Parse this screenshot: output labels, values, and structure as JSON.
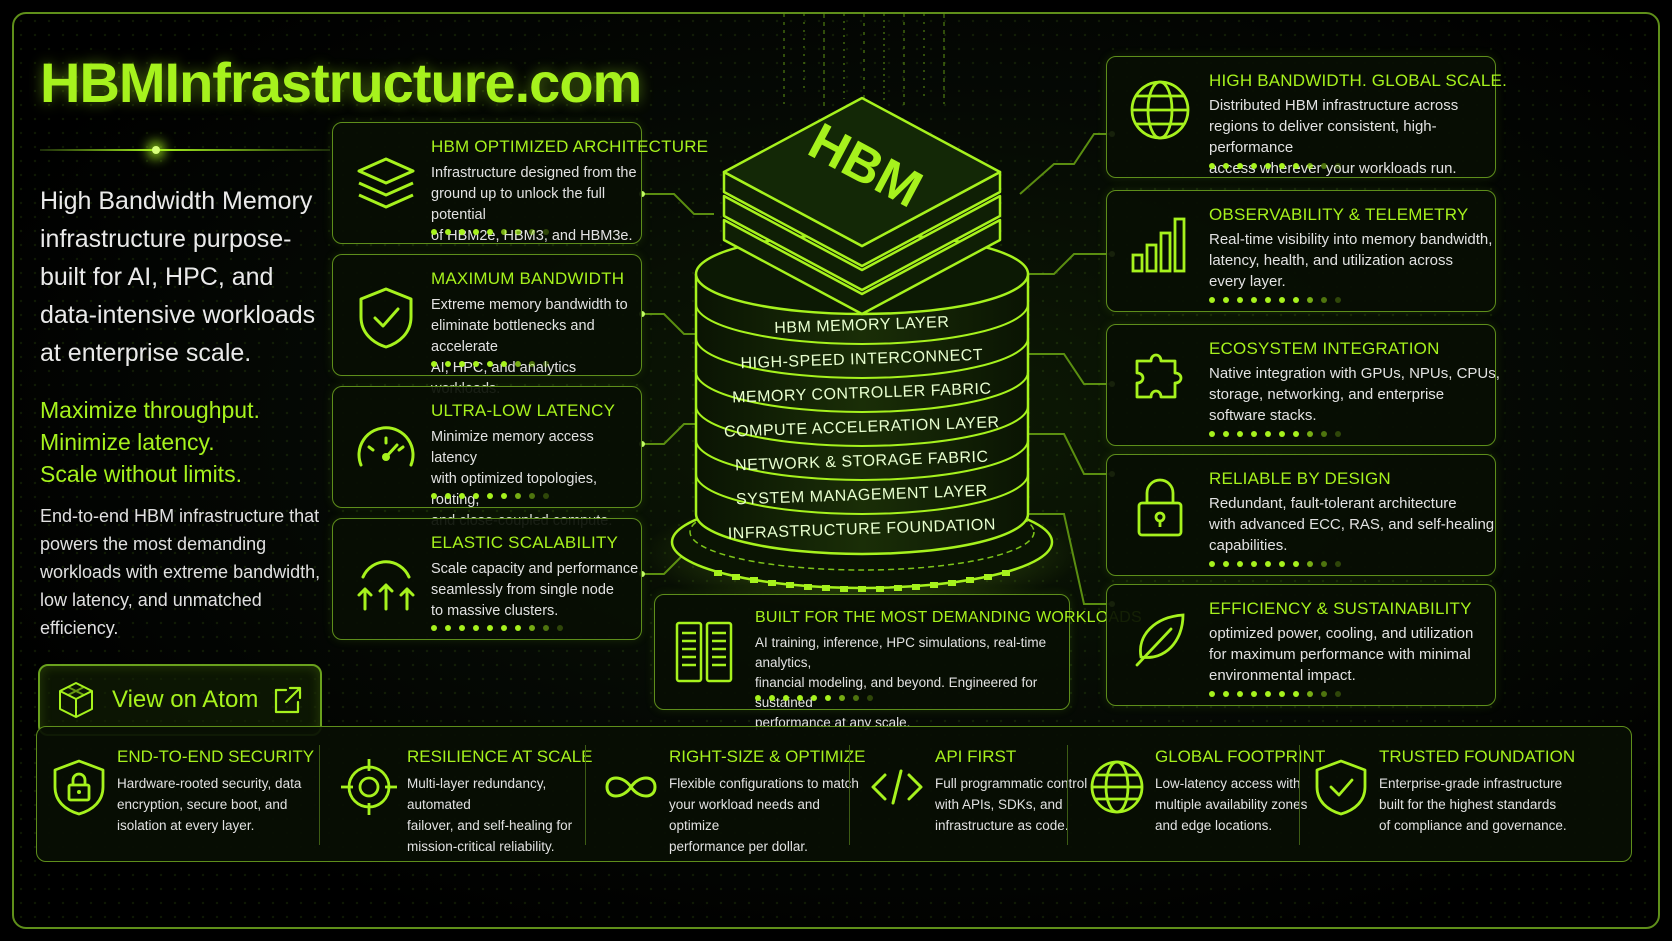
{
  "site": {
    "title": "HBMInfrastructure.com",
    "lead": "High Bandwidth Memory infrastructure purpose-built for AI, HPC, and data-intensive workloads at enterprise scale.",
    "tagline": [
      "Maximize throughput.",
      "Minimize latency.",
      "Scale without limits."
    ],
    "description": "End-to-end HBM infrastructure that powers the most demanding workloads with extreme bandwidth, low latency, and unmatched efficiency.",
    "cta_label": "View on Atom"
  },
  "left_cards": [
    {
      "title": "HBM OPTIMIZED ARCHITECTURE",
      "body": [
        "Infrastructure designed from the",
        "ground up to unlock the full potential",
        "of HBM2e, HBM3, and HBM3e."
      ],
      "icon": "layers-icon"
    },
    {
      "title": "MAXIMUM BANDWIDTH",
      "body": [
        "Extreme memory bandwidth to",
        "eliminate bottlenecks and accelerate",
        "AI, HPC, and analytics workloads."
      ],
      "icon": "shield-check-icon"
    },
    {
      "title": "ULTRA-LOW LATENCY",
      "body": [
        "Minimize memory access latency",
        "with optimized topologies, routing,",
        "and close-coupled compute."
      ],
      "icon": "gauge-icon"
    },
    {
      "title": "ELASTIC SCALABILITY",
      "body": [
        "Scale capacity and performance",
        "seamlessly from single node",
        "to massive clusters."
      ],
      "icon": "scale-arrows-icon"
    }
  ],
  "right_cards": [
    {
      "title": "HIGH BANDWIDTH. GLOBAL SCALE.",
      "body": [
        "Distributed HBM infrastructure across",
        "regions to deliver consistent, high-performance",
        "access wherever your workloads run."
      ],
      "icon": "globe-icon"
    },
    {
      "title": "OBSERVABILITY & TELEMETRY",
      "body": [
        "Real-time visibility into memory bandwidth,",
        "latency, health, and utilization across",
        "every layer."
      ],
      "icon": "bar-chart-icon"
    },
    {
      "title": "ECOSYSTEM INTEGRATION",
      "body": [
        "Native integration with GPUs, NPUs, CPUs,",
        "storage, networking, and enterprise",
        "software stacks."
      ],
      "icon": "puzzle-icon"
    },
    {
      "title": "RELIABLE BY DESIGN",
      "body": [
        "Redundant, fault-tolerant architecture",
        "with advanced ECC, RAS, and self-healing",
        "capabilities."
      ],
      "icon": "lock-icon"
    },
    {
      "title": "EFFICIENCY & SUSTAINABILITY",
      "body": [
        "optimized power, cooling, and utilization",
        "for maximum performance with minimal",
        "environmental impact."
      ],
      "icon": "leaf-icon"
    }
  ],
  "center": {
    "chip_label": "HBM",
    "layers": [
      "HBM MEMORY LAYER",
      "HIGH-SPEED INTERCONNECT",
      "MEMORY CONTROLLER FABRIC",
      "COMPUTE ACCELERATION LAYER",
      "NETWORK & STORAGE FABRIC",
      "SYSTEM MANAGEMENT LAYER",
      "INFRASTRUCTURE FOUNDATION"
    ],
    "workloads_card": {
      "title": "BUILT FOR THE MOST DEMANDING WORKLOADS",
      "body": [
        "AI training, inference, HPC simulations, real-time analytics,",
        "financial modeling, and beyond. Engineered for sustained",
        "performance at any scale."
      ],
      "icon": "server-rack-icon"
    }
  },
  "bottom": [
    {
      "title": "END-TO-END SECURITY",
      "body": [
        "Hardware-rooted security, data",
        "encryption, secure boot, and",
        "isolation at every layer."
      ],
      "icon": "shield-lock-icon"
    },
    {
      "title": "RESILIENCE AT SCALE",
      "body": [
        "Multi-layer redundancy, automated",
        "failover, and self-healing for",
        "mission-critical reliability."
      ],
      "icon": "target-icon"
    },
    {
      "title": "RIGHT-SIZE & OPTIMIZE",
      "body": [
        "Flexible configurations to match",
        "your workload needs and optimize",
        "performance per dollar."
      ],
      "icon": "infinity-icon"
    },
    {
      "title": "API FIRST",
      "body": [
        "Full programmatic control",
        "with APIs, SDKs, and",
        "infrastructure as code."
      ],
      "icon": "code-icon"
    },
    {
      "title": "GLOBAL FOOTPRINT",
      "body": [
        "Low-latency access with",
        "multiple availability zones",
        "and edge locations."
      ],
      "icon": "globe-icon"
    },
    {
      "title": "TRUSTED FOUNDATION",
      "body": [
        "Enterprise-grade infrastructure",
        "built for the highest standards",
        "of compliance and governance."
      ],
      "icon": "shield-check-icon"
    }
  ],
  "colors": {
    "accent": "#a6f21d",
    "border": "#5e8e1b",
    "background": "#000000"
  }
}
